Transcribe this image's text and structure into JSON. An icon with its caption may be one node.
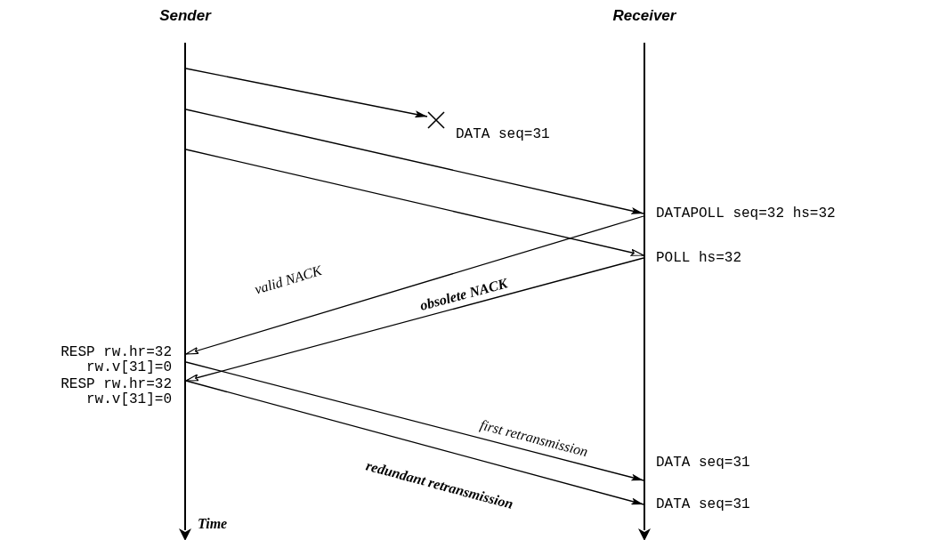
{
  "diagram": {
    "nodes": [
      {
        "text": [
          "Sender"
        ]
      },
      {
        "text": [
          "Receiver"
        ]
      },
      {
        "text": [],
        "shape": "cross",
        "beside": [
          "DATA seq=31"
        ]
      }
    ],
    "edges": [
      {
        "from": 0,
        "to": 2,
        "arrow": "to"
      },
      {
        "from": 0,
        "to": 1,
        "arrow": "to"
      },
      {
        "from": 0,
        "to": 1,
        "arrow": "to"
      },
      {
        "from": 1,
        "to": 0,
        "arrow": "to",
        "label": "valid NACK"
      },
      {
        "from": 1,
        "to": 0,
        "arrow": "to",
        "label": "obsolete NACK"
      },
      {
        "from": 0,
        "to": 1,
        "arrow": "to",
        "label": "first retransmission"
      },
      {
        "from": 0,
        "to": 1,
        "arrow": "to",
        "label": "redundant retransmission"
      }
    ],
    "labels": [
      "DATAPOLL seq=32 hs=32",
      "POLL hs=32",
      "RESP rw.hr=32 rw.v[31]=0",
      "RESP rw.hr=32 rw.v[31]=0",
      "DATA seq=31",
      "DATA seq=31",
      "Time"
    ]
  }
}
